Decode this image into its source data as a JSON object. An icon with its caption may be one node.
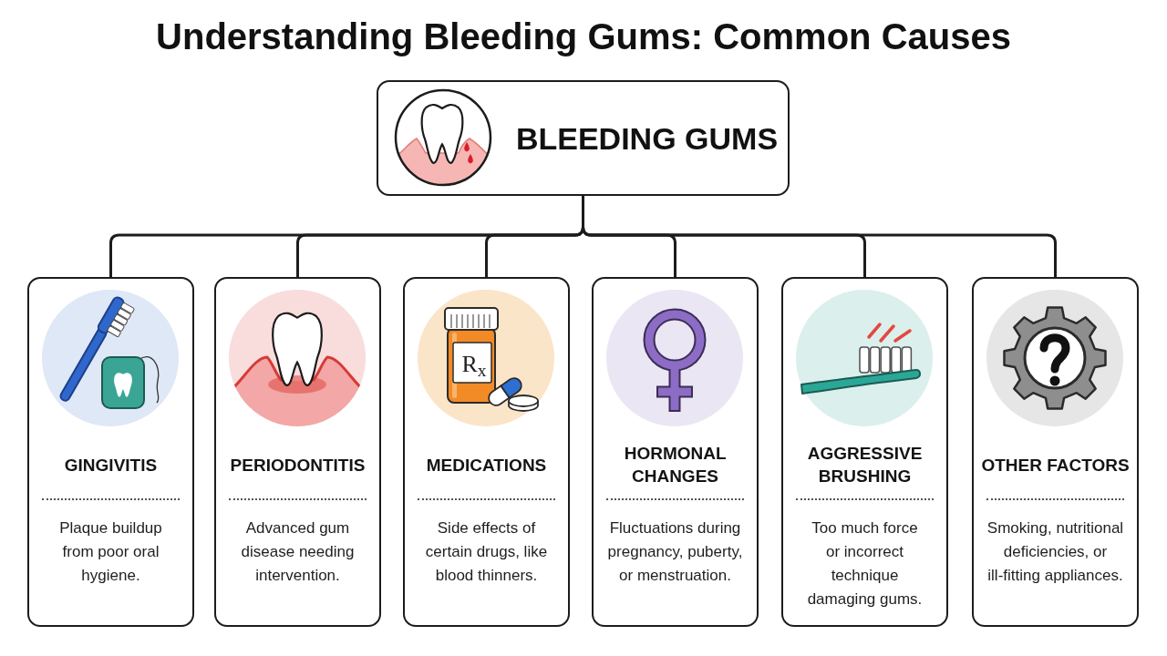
{
  "diagram": {
    "title": "Understanding Bleeding Gums: Common Causes",
    "nodes": [
      {
        "text": [
          "BLEEDING GUMS"
        ]
      },
      {
        "text": [
          "GINGIVITIS",
          "Plaque buildup from poor oral hygiene."
        ]
      },
      {
        "text": [
          "PERIODONTITIS",
          "Advanced gum disease needing intervention."
        ]
      },
      {
        "text": [
          "MEDICATIONS",
          "Side effects of certain drugs, like blood thinners."
        ]
      },
      {
        "text": [
          "HORMONAL CHANGES",
          "Fluctuations during pregnancy, puberty, or menstruation."
        ]
      },
      {
        "text": [
          "AGGRESSIVE BRUSHING",
          "Too much force or incorrect technique damaging gums."
        ]
      },
      {
        "text": [
          "OTHER FACTORS",
          "Smoking, nutritional deficiencies, or ill-fitting appliances."
        ]
      }
    ],
    "edges": [
      {
        "from": 0,
        "to": 1,
        "arrow": "none"
      },
      {
        "from": 0,
        "to": 2,
        "arrow": "none"
      },
      {
        "from": 0,
        "to": 3,
        "arrow": "none"
      },
      {
        "from": 0,
        "to": 4,
        "arrow": "none"
      },
      {
        "from": 0,
        "to": 5,
        "arrow": "none"
      },
      {
        "from": 0,
        "to": 6,
        "arrow": "none"
      }
    ],
    "labels": [
      "R$_{x}$"
    ]
  }
}
